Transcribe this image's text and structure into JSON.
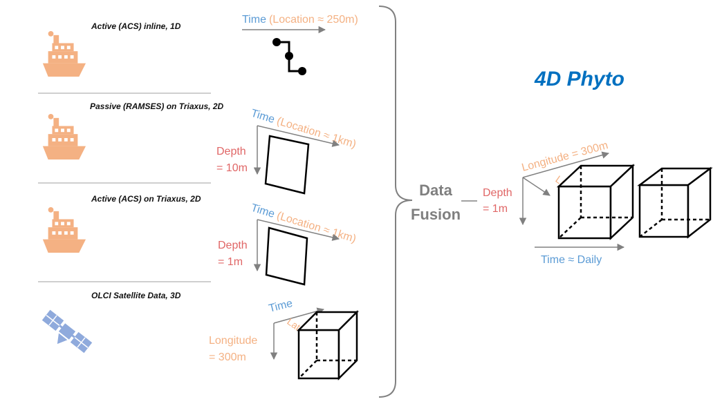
{
  "colors": {
    "time": "#5b9bd5",
    "location": "#f4b183",
    "depth": "#e06666",
    "ship": "#f4b183",
    "satellite": "#8faadc",
    "title": "#0070c0",
    "axis": "#808080",
    "fusion": "#7f7f7f",
    "shape": "#000000",
    "divider": "#bfbfbf"
  },
  "sources": [
    {
      "title": "Active (ACS) inline, 1D",
      "icon": "ship-icon",
      "time_label": "Time",
      "location_label": "(Location ≈ 250m)"
    },
    {
      "title": "Passive (RAMSES) on Triaxus, 2D",
      "icon": "ship-icon",
      "time_label": "Time",
      "location_label": "(Location ≈ 1km)",
      "depth_label_1": "Depth",
      "depth_label_2": "= 10m"
    },
    {
      "title": "Active (ACS) on Triaxus, 2D",
      "icon": "ship-icon",
      "time_label": "Time",
      "location_label": "(Location ≈ 1km)",
      "depth_label_1": "Depth",
      "depth_label_2": "= 1m"
    },
    {
      "title": "OLCI Satellite Data, 3D",
      "icon": "satellite-icon",
      "time_label": "Time",
      "latitude_label": "Latitude",
      "longitude_label_1": "Longitude",
      "longitude_label_2": "= 300m"
    }
  ],
  "fusion": {
    "line1": "Data",
    "line2": "Fusion"
  },
  "result": {
    "title": "4D Phyto",
    "longitude_label": "Longitude = 300m",
    "latitude_label": "Latitude",
    "depth_label_1": "Depth",
    "depth_label_2": "= 1m",
    "time_label": "Time ≈ Daily"
  }
}
